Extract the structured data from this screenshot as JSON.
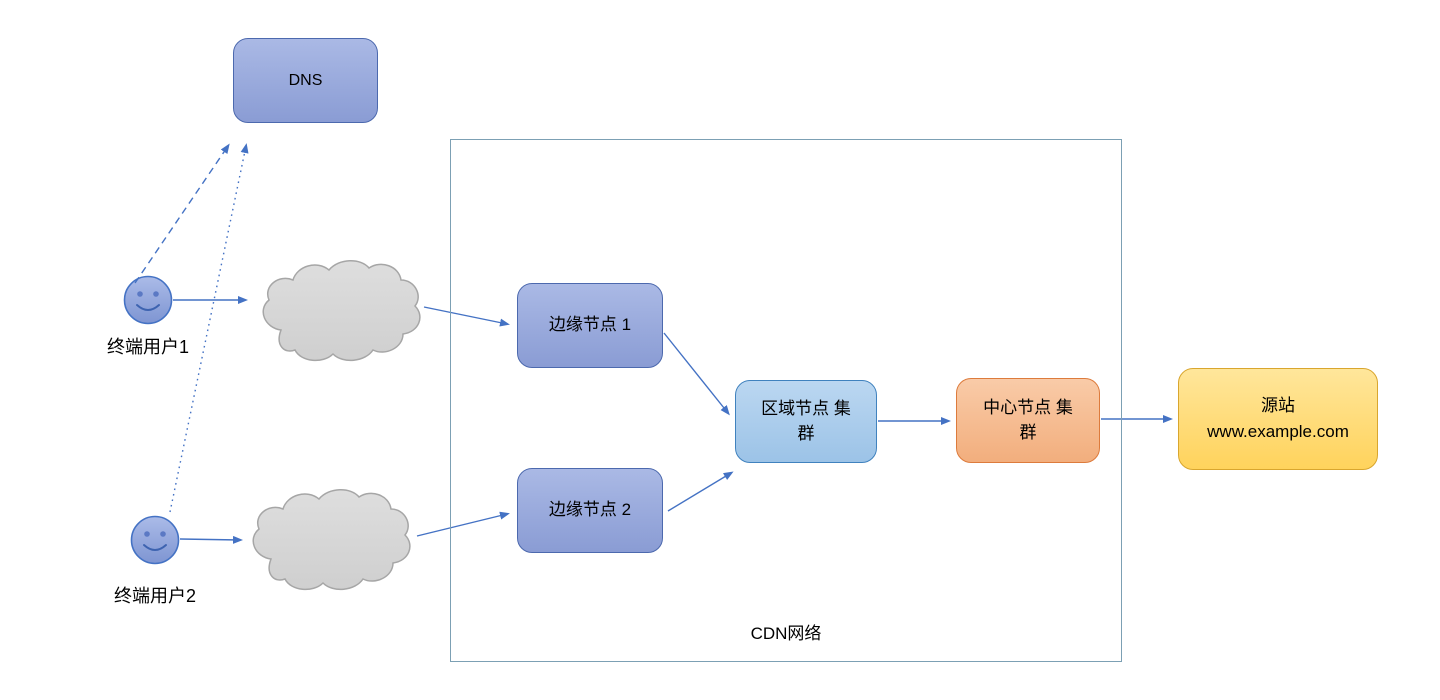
{
  "diagram": {
    "container": {
      "label": "CDN网络",
      "border_color": "#7CA0B4"
    },
    "nodes": {
      "dns": {
        "label": "DNS",
        "fill": "#93A6DA",
        "border": "#4C69AE"
      },
      "edge_node_1": {
        "label": "边缘节点 1",
        "fill": "#93A6DA",
        "border": "#4C69AE"
      },
      "edge_node_2": {
        "label": "边缘节点 2",
        "fill": "#93A6DA",
        "border": "#4C69AE"
      },
      "regional_cluster": {
        "line1": "区域节点 集",
        "line2": "群",
        "fill": "#A9CCEC",
        "border": "#4082BE"
      },
      "central_cluster": {
        "line1": "中心节点 集",
        "line2": "群",
        "fill": "#F4B183",
        "border": "#DD7B3C"
      },
      "origin": {
        "line1": "源站",
        "line2": "www.example.com",
        "fill": "#FFD966",
        "border": "#D9A62E"
      }
    },
    "users": {
      "user1": {
        "label": "终端用户1"
      },
      "user2": {
        "label": "终端用户2"
      }
    },
    "colors": {
      "arrow": "#4472C4",
      "cloud_fill": "#D9D9D9",
      "cloud_border": "#A6A6A6",
      "user_face_fill": "#93A9DE",
      "user_face_border": "#4472C4"
    },
    "edges": [
      {
        "from": "user1",
        "to": "dns",
        "style": "dashed"
      },
      {
        "from": "user2",
        "to": "dns",
        "style": "dotted"
      },
      {
        "from": "user1",
        "to": "internet_cloud_1",
        "style": "solid"
      },
      {
        "from": "user2",
        "to": "internet_cloud_2",
        "style": "solid"
      },
      {
        "from": "internet_cloud_1",
        "to": "edge_node_1",
        "style": "solid"
      },
      {
        "from": "internet_cloud_2",
        "to": "edge_node_2",
        "style": "solid"
      },
      {
        "from": "edge_node_1",
        "to": "regional_cluster",
        "style": "solid"
      },
      {
        "from": "edge_node_2",
        "to": "regional_cluster",
        "style": "solid"
      },
      {
        "from": "regional_cluster",
        "to": "central_cluster",
        "style": "solid"
      },
      {
        "from": "central_cluster",
        "to": "origin",
        "style": "solid"
      }
    ]
  }
}
